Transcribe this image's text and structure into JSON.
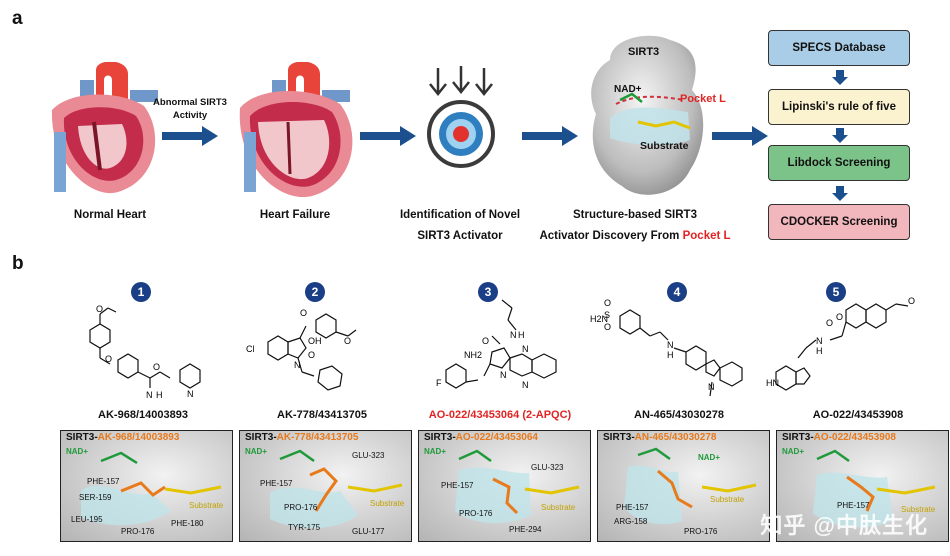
{
  "panel_a": {
    "letter": "a",
    "normal_heart": "Normal Heart",
    "arrow1_line1": "Abnormal SIRT3",
    "arrow1_line2": "Activity",
    "heart_failure": "Heart Failure",
    "identification_line1": "Identification of Novel",
    "identification_line2": "SIRT3 Activator",
    "structure_line1": "Structure-based SIRT3",
    "structure_line2_prefix": "Activator Discovery From",
    "structure_line2_red": "Pocket L",
    "protein_labels": {
      "sirt3": "SIRT3",
      "nad": "NAD+",
      "pocket": "Pocket L",
      "substrate": "Substrate"
    },
    "flow": [
      {
        "label": "SPECS   Database",
        "color": "#a9cde6"
      },
      {
        "label": "Lipinski's rule of five",
        "color": "#fbf2cf"
      },
      {
        "label": "Libdock Screening",
        "color": "#7cc38a"
      },
      {
        "label": "CDOCKER Screening",
        "color": "#f2b6bd"
      }
    ]
  },
  "panel_b": {
    "letter": "b",
    "compounds": [
      {
        "num": "1",
        "name": "AK-968/14003893",
        "highlight": false,
        "dock_prefix": "SIRT3-",
        "dock_name": "AK-968/14003893",
        "residues": [
          "PHE-157",
          "SER-159",
          "LEU-195",
          "PRO-176",
          "PHE-180"
        ]
      },
      {
        "num": "2",
        "name": "AK-778/43413705",
        "highlight": false,
        "dock_prefix": "SIRT3-",
        "dock_name": "AK-778/43413705",
        "residues": [
          "GLU-323",
          "PHE-157",
          "PRO-176",
          "TYR-175",
          "GLU-177"
        ]
      },
      {
        "num": "3",
        "name": "AO-022/43453064 (2-APQC)",
        "highlight": true,
        "dock_prefix": "SIRT3-",
        "dock_name": "AO-022/43453064",
        "residues": [
          "GLU-323",
          "PHE-157",
          "PRO-176",
          "PHE-294"
        ]
      },
      {
        "num": "4",
        "name": "AN-465/43030278",
        "highlight": false,
        "dock_prefix": "SIRT3-",
        "dock_name": "AN-465/43030278",
        "residues": [
          "PHE-157",
          "ARG-158",
          "PRO-176"
        ]
      },
      {
        "num": "5",
        "name": "AO-022/43453908",
        "highlight": false,
        "dock_prefix": "SIRT3-",
        "dock_name": "AO-022/43453908",
        "residues": [
          "PHE-157"
        ]
      }
    ],
    "dock_nad": "NAD+",
    "dock_substrate": "Substrate",
    "mol_atoms": {
      "c1": [
        "O",
        "O",
        "N",
        "H",
        "O",
        "N"
      ],
      "c2": [
        "Cl",
        "O",
        "OH",
        "O",
        "O",
        "N"
      ],
      "c3": [
        "N",
        "H",
        "O",
        "NH2",
        "N",
        "N",
        "N",
        "F"
      ],
      "c4": [
        "O",
        "S",
        "O",
        "H2N",
        "N",
        "H",
        "N"
      ],
      "c5": [
        "O",
        "O",
        "O",
        "N",
        "H",
        "HN"
      ]
    }
  },
  "watermark": "知乎 @中肽生化"
}
